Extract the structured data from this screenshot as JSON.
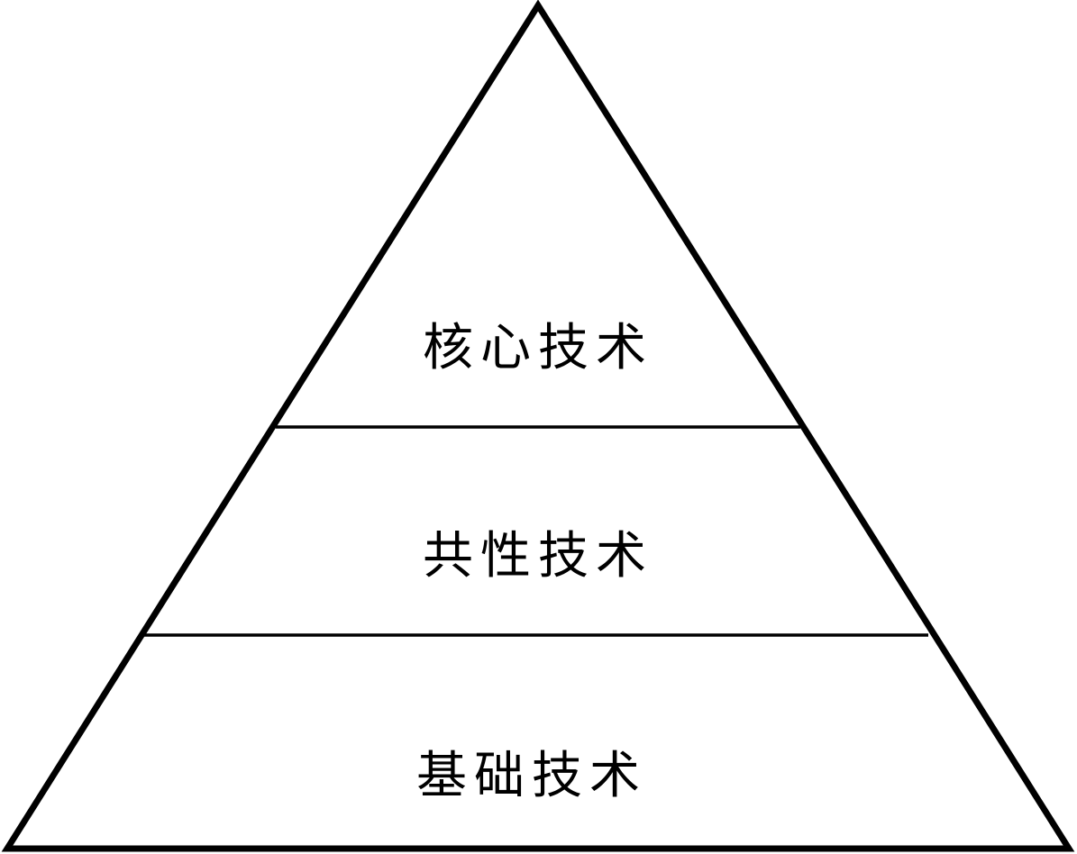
{
  "diagram": {
    "type": "pyramid",
    "line_color": "#000000",
    "background": "#ffffff",
    "tiers": [
      {
        "label": "核心技术",
        "level": "top"
      },
      {
        "label": "共性技术",
        "level": "middle"
      },
      {
        "label": "基础技术",
        "level": "bottom"
      }
    ]
  }
}
